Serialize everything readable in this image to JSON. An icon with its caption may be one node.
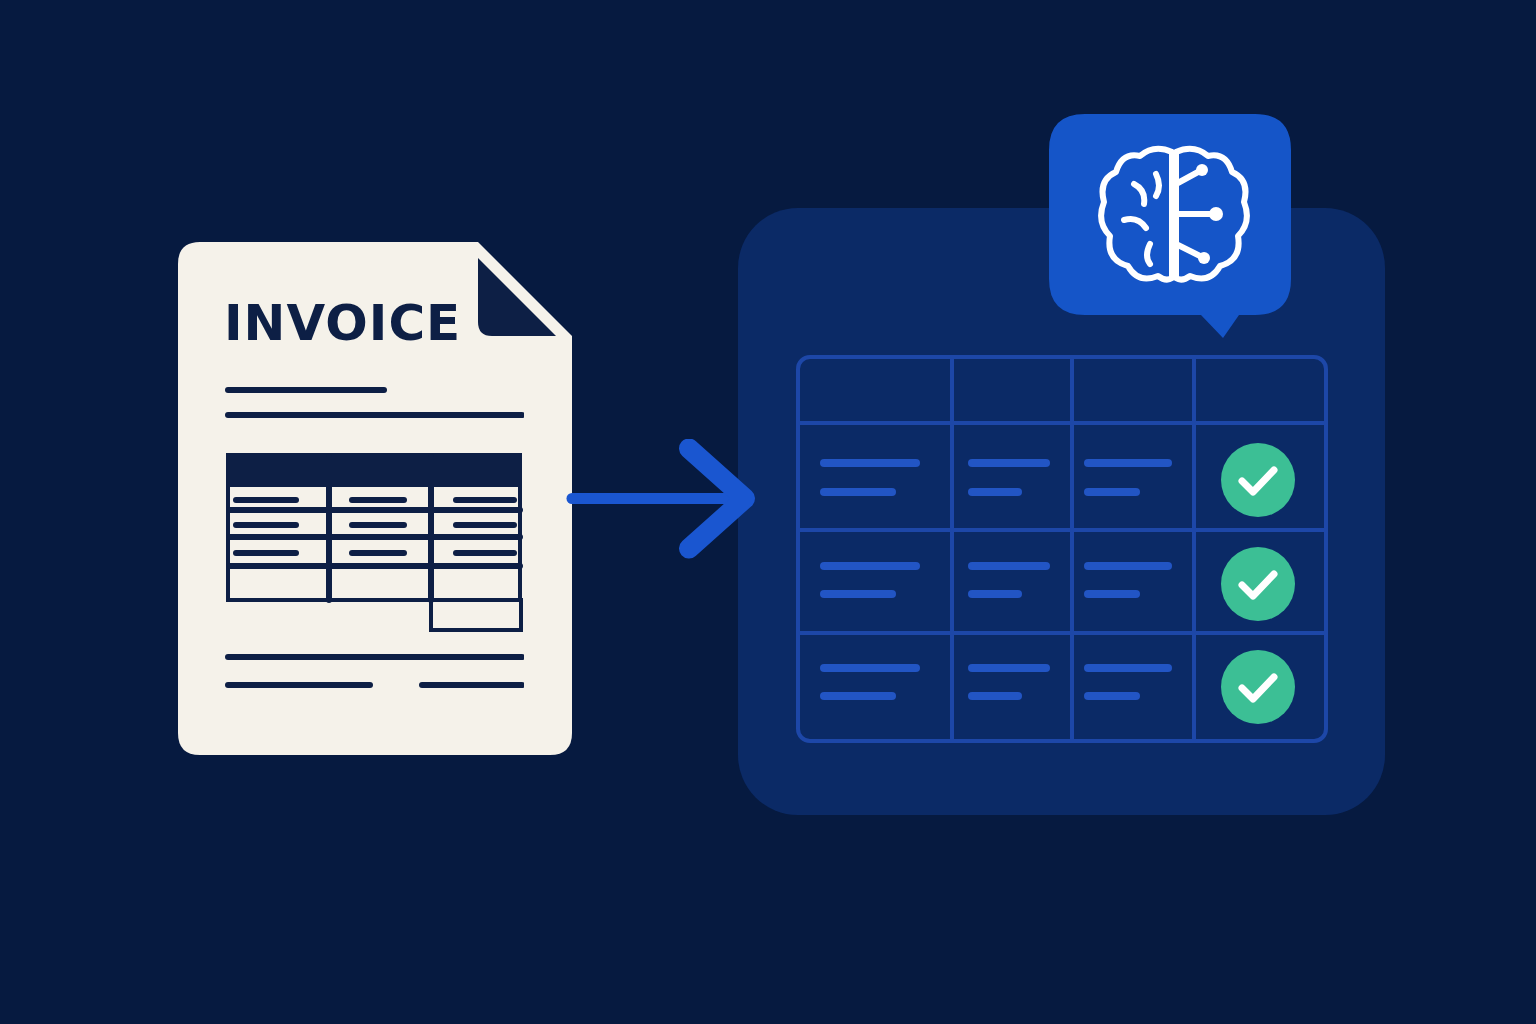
{
  "diagram": {
    "nodes": [
      {
        "text": [
          "INVOICE"
        ]
      },
      {
        "text": [],
        "shape": "box"
      }
    ],
    "edges": [
      {
        "from": 0,
        "to": 1,
        "arrow": "to"
      }
    ]
  }
}
